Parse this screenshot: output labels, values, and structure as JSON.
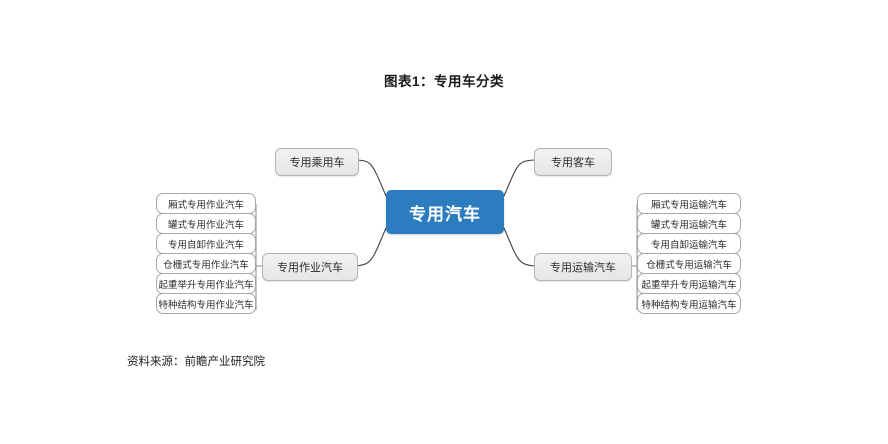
{
  "title": "图表1：专用车分类",
  "source": "资料来源：前瞻产业研究院",
  "colors": {
    "root_fill": "#2e7cc0",
    "root_text": "#ffffff",
    "branch_fill": "#ececec",
    "branch_border": "#b4b4b4",
    "connector": "#404040",
    "background": "#ffffff"
  },
  "diagram": {
    "type": "mindmap",
    "root": {
      "label": "专用汽车"
    },
    "branches": [
      {
        "id": "passenger-special",
        "label": "专用乘用车",
        "side": "left",
        "position": "top",
        "leaves": []
      },
      {
        "id": "bus-special",
        "label": "专用客车",
        "side": "right",
        "position": "top",
        "leaves": []
      },
      {
        "id": "work-vehicle",
        "label": "专用作业汽车",
        "side": "left",
        "position": "bottom",
        "leaves": [
          "厢式专用作业汽车",
          "罐式专用作业汽车",
          "专用自卸作业汽车",
          "仓栅式专用作业汽车",
          "起重举升专用作业汽车",
          "特种结构专用作业汽车"
        ]
      },
      {
        "id": "transport-vehicle",
        "label": "专用运输汽车",
        "side": "right",
        "position": "bottom",
        "leaves": [
          "厢式专用运输汽车",
          "罐式专用运输汽车",
          "专用自卸运输汽车",
          "仓栅式专用运输汽车",
          "起重举升专用运输汽车",
          "特种结构专用运输汽车"
        ]
      }
    ]
  }
}
